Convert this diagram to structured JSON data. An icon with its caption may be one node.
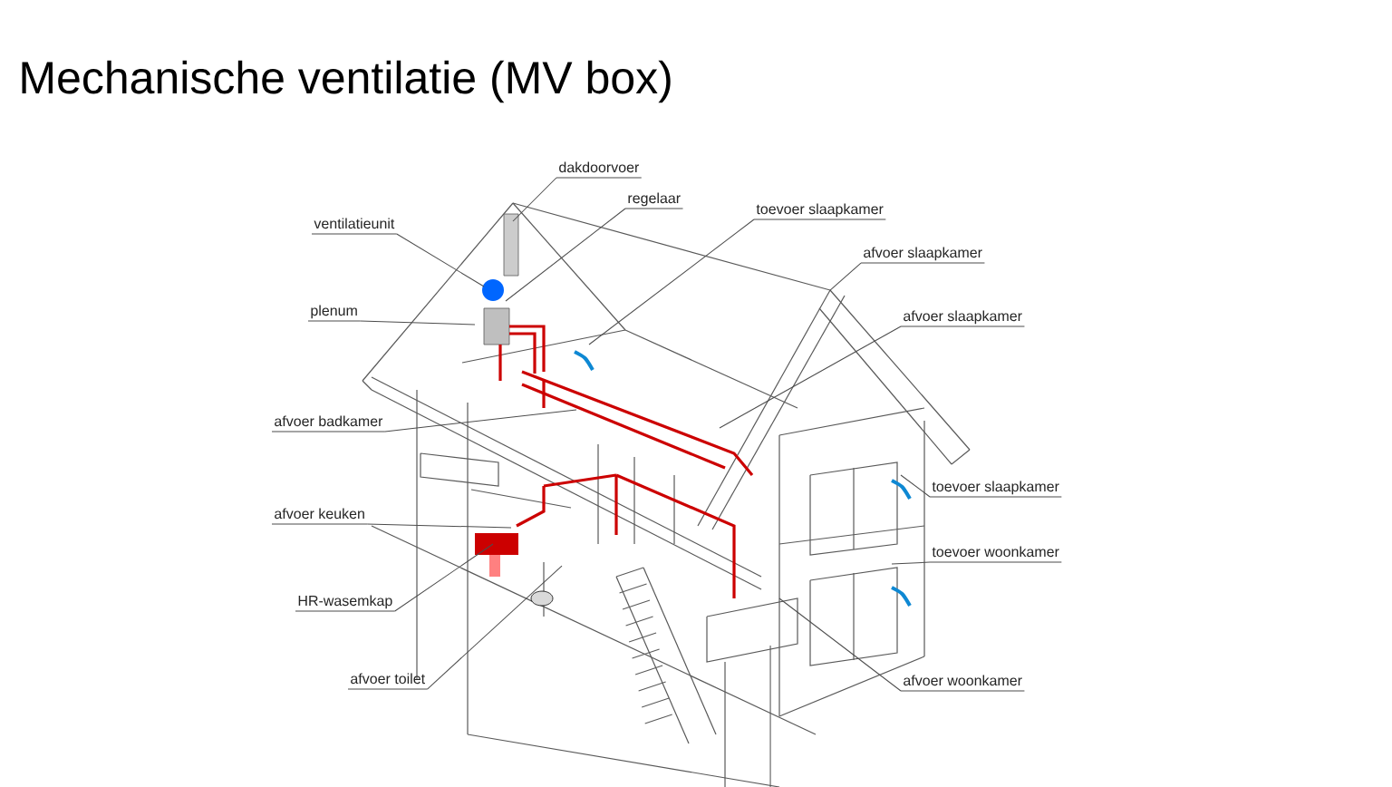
{
  "diagram": {
    "title": "Mechanische ventilatie (MV box)",
    "nodes": [
      {
        "text": [
          "dakdoorvoer"
        ]
      },
      {
        "text": [
          "regelaar"
        ]
      },
      {
        "text": [
          "ventilatieunit"
        ]
      },
      {
        "text": [
          "toevoer slaapkamer"
        ]
      },
      {
        "text": [
          "afvoer slaapkamer"
        ]
      },
      {
        "text": [
          "plenum"
        ]
      },
      {
        "text": [
          "afvoer slaapkamer"
        ]
      },
      {
        "text": [
          "afvoer badkamer"
        ]
      },
      {
        "text": [
          "toevoer slaapkamer"
        ]
      },
      {
        "text": [
          "afvoer keuken"
        ]
      },
      {
        "text": [
          "toevoer woonkamer"
        ]
      },
      {
        "text": [
          "HR-wasemkap"
        ]
      },
      {
        "text": [
          "afvoer toilet"
        ]
      },
      {
        "text": [
          "afvoer woonkamer"
        ]
      }
    ],
    "edges": [
      {
        "from": 0,
        "to": null,
        "arrow": "none"
      },
      {
        "from": 1,
        "to": null,
        "arrow": "none"
      },
      {
        "from": 2,
        "to": null,
        "arrow": "none"
      },
      {
        "from": 3,
        "to": null,
        "arrow": "none"
      },
      {
        "from": 4,
        "to": null,
        "arrow": "none"
      },
      {
        "from": 5,
        "to": null,
        "arrow": "none"
      },
      {
        "from": 6,
        "to": null,
        "arrow": "none"
      },
      {
        "from": 7,
        "to": null,
        "arrow": "none"
      },
      {
        "from": 8,
        "to": null,
        "arrow": "none"
      },
      {
        "from": 9,
        "to": null,
        "arrow": "none"
      },
      {
        "from": 10,
        "to": null,
        "arrow": "none"
      },
      {
        "from": 11,
        "to": null,
        "arrow": "none"
      },
      {
        "from": 12,
        "to": null,
        "arrow": "none"
      },
      {
        "from": 13,
        "to": null,
        "arrow": "none"
      }
    ]
  }
}
